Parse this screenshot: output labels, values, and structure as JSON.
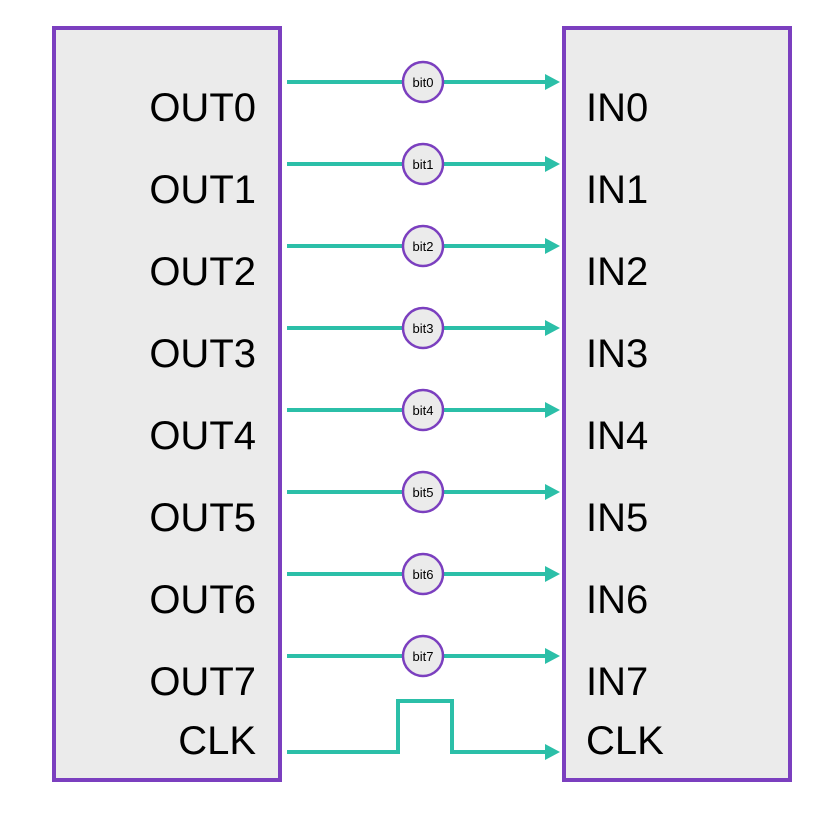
{
  "colors": {
    "border": "#7b3fbf",
    "block_fill": "#ebebeb",
    "wire": "#2bbfa8",
    "bit_fill": "#ebebeb"
  },
  "left_block": {
    "pins": [
      "OUT0",
      "OUT1",
      "OUT2",
      "OUT3",
      "OUT4",
      "OUT5",
      "OUT6",
      "OUT7",
      "CLK"
    ]
  },
  "right_block": {
    "pins": [
      "IN0",
      "IN1",
      "IN2",
      "IN3",
      "IN4",
      "IN5",
      "IN6",
      "IN7",
      "CLK"
    ]
  },
  "wires": {
    "bits": [
      "bit0",
      "bit1",
      "bit2",
      "bit3",
      "bit4",
      "bit5",
      "bit6",
      "bit7"
    ],
    "clock_signal": "pulse"
  }
}
